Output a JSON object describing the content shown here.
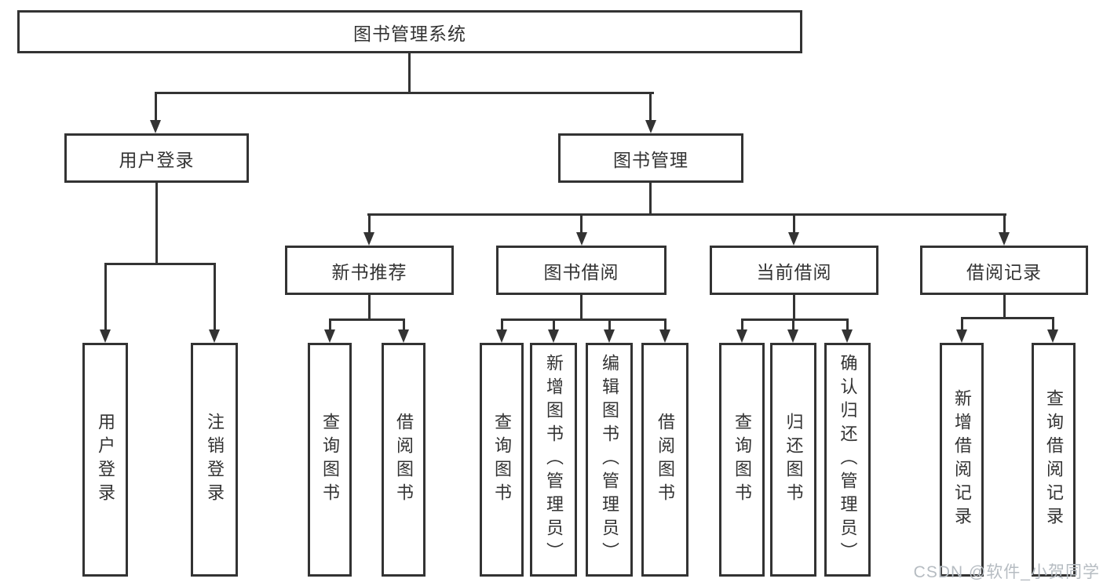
{
  "root": {
    "label": "图书管理系统"
  },
  "level2": {
    "user_login": "用户登录",
    "book_mgmt": "图书管理"
  },
  "level3": {
    "new_book": "新书推荐",
    "book_borrow": "图书借阅",
    "current_borrow": "当前借阅",
    "borrow_record": "借阅记录"
  },
  "leaves": {
    "user_login": [
      "用户登录",
      "注销登录"
    ],
    "new_book": [
      "查询图书",
      "借阅图书"
    ],
    "book_borrow": [
      "查询图书",
      "新增图书（管理员）",
      "编辑图书（管理员）",
      "借阅图书"
    ],
    "current_borrow": [
      "查询图书",
      "归还图书",
      "确认归还（管理员）"
    ],
    "borrow_record": [
      "新增借阅记录",
      "查询借阅记录"
    ]
  },
  "watermark": "CSDN @软件_小贺同学",
  "colors": {
    "line": "#333333",
    "text": "#333333",
    "watermark": "#b6bcc2",
    "background": "#ffffff"
  }
}
